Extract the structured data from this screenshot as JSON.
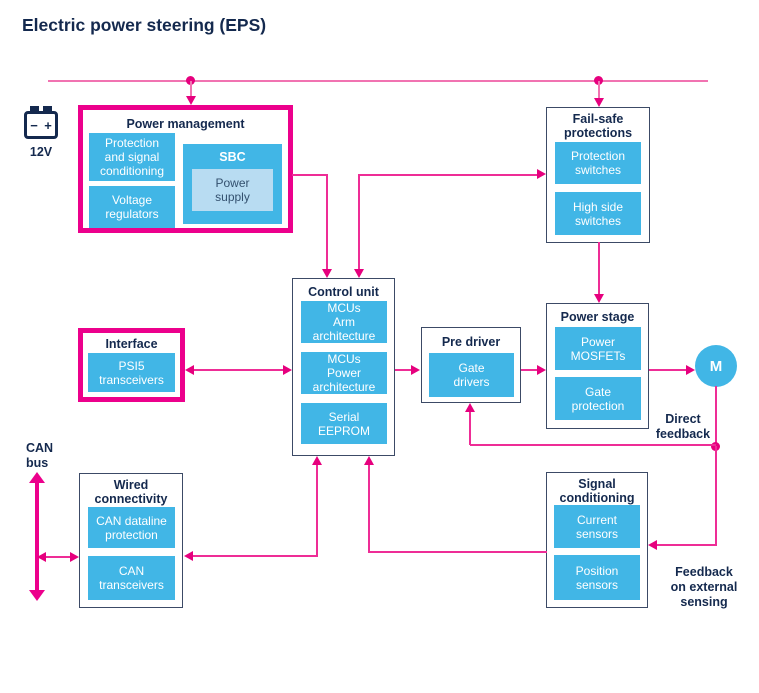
{
  "title": "Electric power steering (EPS)",
  "colors": {
    "magenta_highlight": "#EC008C",
    "bus_pink": "#F173B1",
    "connector_pink": "#EE2D96",
    "arrow_magenta": "#E6007E",
    "block_cyan": "#41B6E6",
    "sub_light_blue": "#B8DCF2",
    "navy_text": "#14294E"
  },
  "battery": {
    "minus": "−",
    "plus": "+",
    "voltage": "12V"
  },
  "motor": {
    "label": "M"
  },
  "labels": {
    "can_bus": "CAN\nbus",
    "direct_feedback": "Direct\nfeedback",
    "external_feedback": "Feedback\non external\nsensing"
  },
  "blocks": {
    "power_management": {
      "title": "Power management",
      "items": {
        "protection": "Protection\nand signal\nconditioning",
        "voltage_regulators": "Voltage\nregulators",
        "sbc": "SBC",
        "power_supply": "Power\nsupply"
      }
    },
    "fail_safe": {
      "title": "Fail-safe\nprotections",
      "items": {
        "protection_switches": "Protection\nswitches",
        "high_side_switches": "High side\nswitches"
      }
    },
    "control_unit": {
      "title": "Control unit",
      "items": {
        "mcu_arm": "MCUs\nArm\narchitecture",
        "mcu_power": "MCUs\nPower\narchitecture",
        "serial_eeprom": "Serial\nEEPROM"
      }
    },
    "interface": {
      "title": "Interface",
      "items": {
        "psi5": "PSI5\ntransceivers"
      }
    },
    "pre_driver": {
      "title": "Pre driver",
      "items": {
        "gate_drivers": "Gate\ndrivers"
      }
    },
    "power_stage": {
      "title": "Power stage",
      "items": {
        "power_mosfets": "Power\nMOSFETs",
        "gate_protection": "Gate\nprotection"
      }
    },
    "wired_connectivity": {
      "title": "Wired\nconnectivity",
      "items": {
        "can_dataline": "CAN dataline\nprotection",
        "can_transceivers": "CAN\ntransceivers"
      }
    },
    "signal_conditioning": {
      "title": "Signal\nconditioning",
      "items": {
        "current_sensors": "Current\nsensors",
        "position_sensors": "Position\nsensors"
      }
    }
  }
}
